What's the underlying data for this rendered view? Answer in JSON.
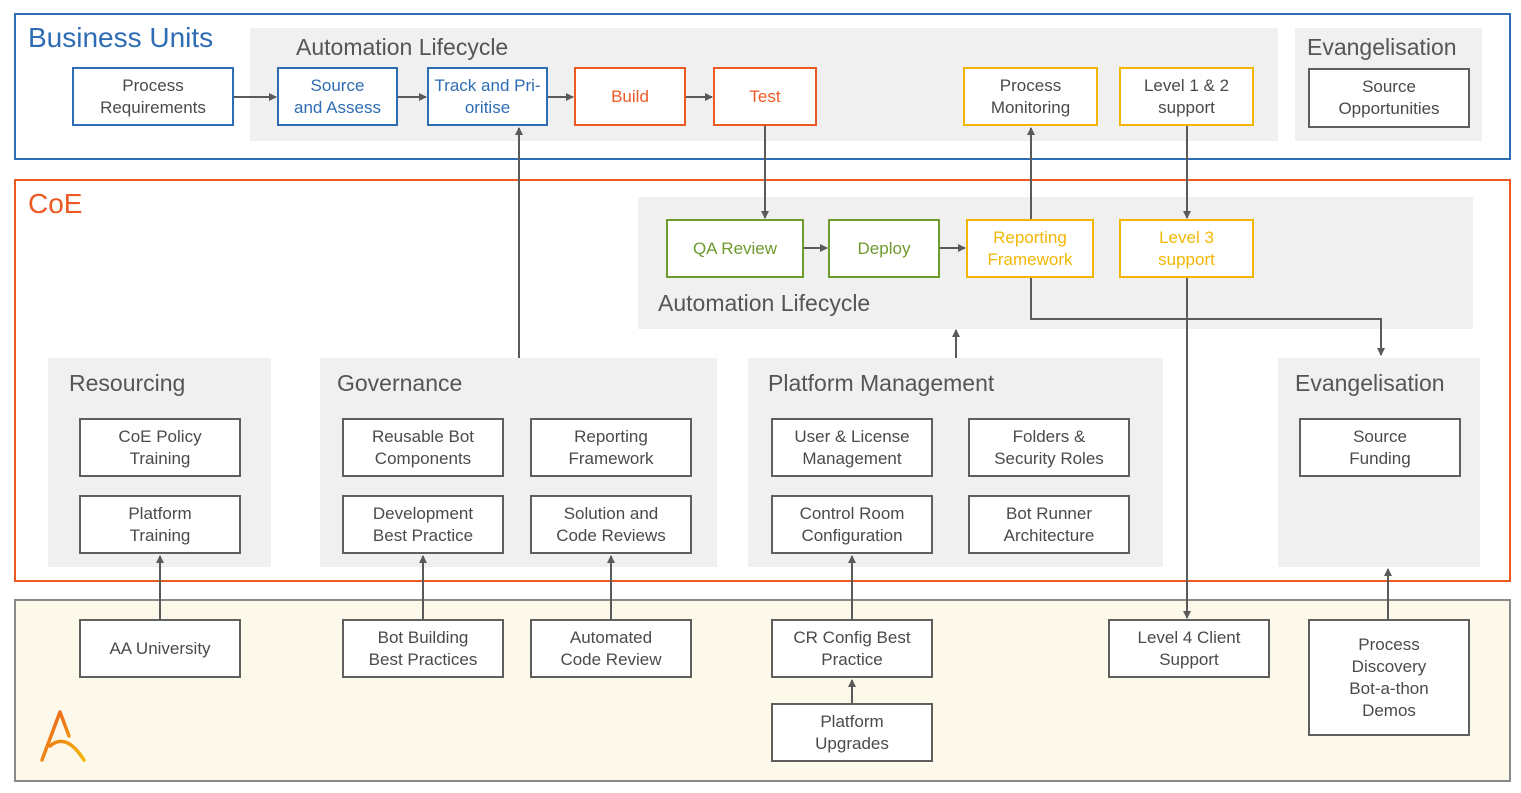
{
  "colors": {
    "business_border": "#2e6db4",
    "coe_border": "#ec5a24",
    "support_border": "#8a8a8a",
    "support_bg": "#fcf8ea",
    "panel_bg": "#f0f0f0",
    "blue": "#2e6db4",
    "orange": "#ec5a24",
    "yellow": "#f2b705",
    "green": "#6e9a2e",
    "gray": "#5f5f5f",
    "arrow": "#5a5a5a"
  },
  "business": {
    "title": "Business Units",
    "lifecycle_title": "Automation Lifecycle",
    "evangelisation_title": "Evangelisation",
    "process_requirements": "Process\nRequirements",
    "source_assess": "Source\nand Assess",
    "track_prioritise": "Track and Pri-\noritise",
    "build": "Build",
    "test": "Test",
    "process_monitoring": "Process\nMonitoring",
    "level12_support": "Level 1 & 2\nsupport",
    "source_opportunities": "Source\nOpportunities"
  },
  "coe": {
    "title": "CoE",
    "lifecycle_title": "Automation Lifecycle",
    "qa_review": "QA Review",
    "deploy": "Deploy",
    "reporting_framework_lc": "Reporting\nFramework",
    "level3_support": "Level 3\nsupport",
    "resourcing": {
      "title": "Resourcing",
      "items": [
        "CoE Policy\nTraining",
        "Platform\nTraining"
      ]
    },
    "governance": {
      "title": "Governance",
      "items": [
        "Reusable Bot\nComponents",
        "Reporting\nFramework",
        "Development\nBest Practice",
        "Solution and\nCode Reviews"
      ]
    },
    "platform": {
      "title": "Platform Management",
      "items": [
        "User & License\nManagement",
        "Folders &\nSecurity Roles",
        "Control Room\nConfiguration",
        "Bot Runner\nArchitecture"
      ]
    },
    "evangelisation": {
      "title": "Evangelisation",
      "items": [
        "Source\nFunding"
      ]
    }
  },
  "support": {
    "aa_university": "AA University",
    "bot_building": "Bot Building\nBest Practices",
    "automated_code_review": "Automated\nCode Review",
    "cr_config": "CR Config Best\nPractice",
    "platform_upgrades": "Platform\nUpgrades",
    "level4_support": "Level 4 Client\nSupport",
    "process_discovery": "Process\nDiscovery\nBot-a-thon\nDemos"
  },
  "logo": "automation-anywhere-logo"
}
